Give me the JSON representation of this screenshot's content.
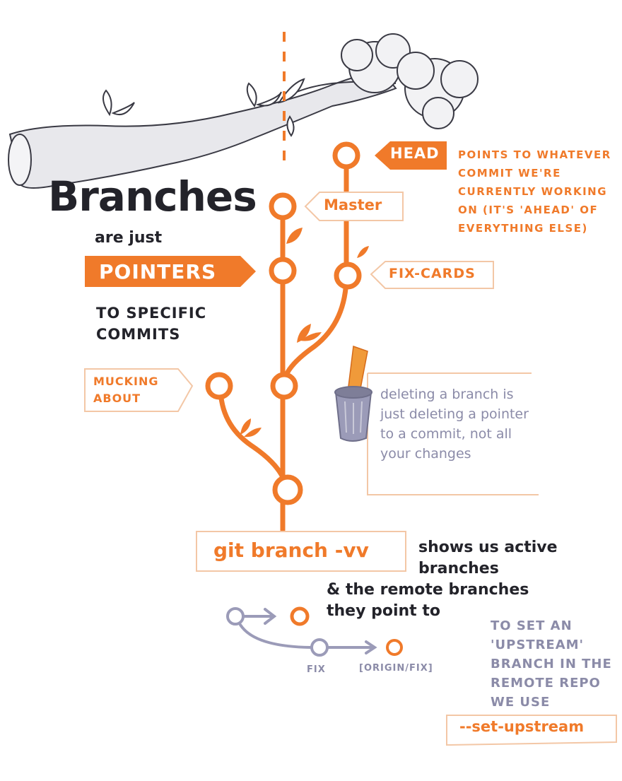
{
  "title": "Branches",
  "subtitle_pre": "are just",
  "subtitle_highlight": "POINTERS",
  "subtitle_post": "TO SPECIFIC COMMITS",
  "pointers": {
    "head": "HEAD",
    "head_note": "POINTS TO WHATEVER COMMIT WE'RE CURRENTLY WORKING ON (IT'S 'AHEAD' OF EVERYTHING ELSE)",
    "master": "Master",
    "fix_cards": "FIX-CARDS",
    "mucking_about": "MUCKING ABOUT"
  },
  "delete_note": "deleting a branch is just deleting a pointer to a commit, not all your changes",
  "command": {
    "text": "git branch -vv",
    "description": "shows us active branches",
    "description_cont": "& the remote branches they point to"
  },
  "remote_diagram": {
    "local_label": "FIX",
    "remote_label": "[ORIGIN/FIX]"
  },
  "upstream": {
    "note": "TO SET AN 'UPSTREAM' BRANCH IN THE REMOTE REPO WE USE",
    "flag": "--set-upstream"
  },
  "colors": {
    "accent": "#f07a2a",
    "dark": "#23232a",
    "muted": "#8b8ba8"
  },
  "icons": [
    "tree-branch-icon",
    "leaf-icon",
    "trash-can-icon",
    "pointer-stick-icon",
    "arrow-icon"
  ]
}
